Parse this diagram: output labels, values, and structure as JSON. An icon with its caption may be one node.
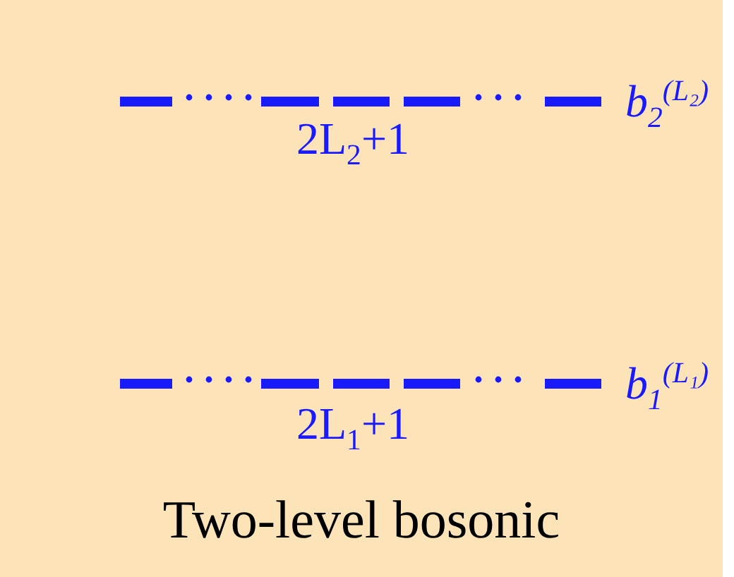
{
  "diagram": {
    "caption": "Two-level bosonic",
    "labels": [
      "b$_{2}$$^{(L₂)}$",
      "2L$_{2}$+1",
      "b$_{1}$$^{(L₁)}$",
      "2L$_{1}$+1"
    ]
  }
}
